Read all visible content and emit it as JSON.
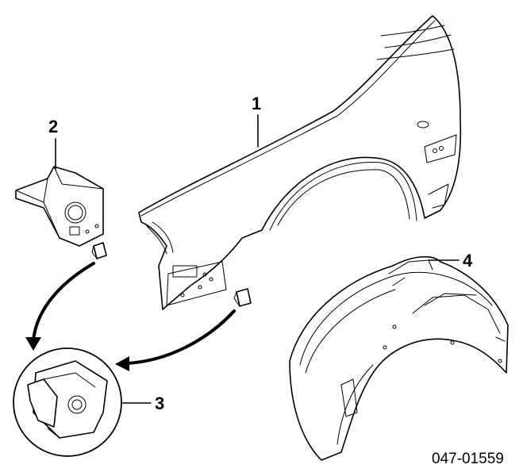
{
  "callouts": [
    {
      "id": "1",
      "label": "1"
    },
    {
      "id": "2",
      "label": "2"
    },
    {
      "id": "3",
      "label": "3"
    },
    {
      "id": "4",
      "label": "4"
    }
  ],
  "diagram_code": "047-01559"
}
